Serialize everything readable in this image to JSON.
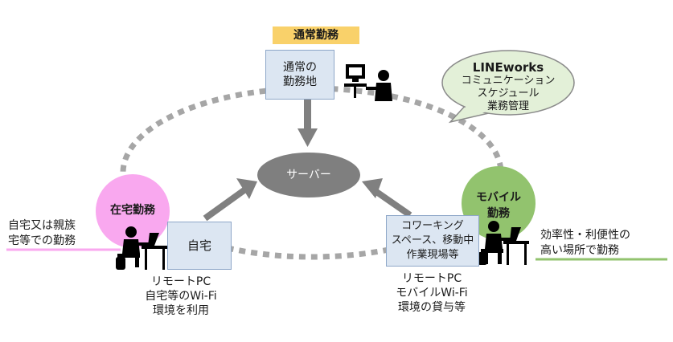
{
  "header_tag": "通常勤務",
  "office": {
    "label_line1": "通常の",
    "label_line2": "勤務地"
  },
  "server": {
    "label": "サーバー"
  },
  "bubble": {
    "title": "LINEworks",
    "line1": "コミュニケーション",
    "line2": "スケジュール",
    "line3": "業務管理"
  },
  "home_work": {
    "circle_label": "在宅勤務",
    "box_label": "自宅",
    "side_line1": "自宅又は親族",
    "side_line2": "宅等での勤務",
    "caption_line1": "リモートPC",
    "caption_line2": "自宅等のWi-Fi",
    "caption_line3": "環境を利用"
  },
  "mobile_work": {
    "circle_line1": "モバイル",
    "circle_line2": "勤務",
    "box_line1": "コワーキング",
    "box_line2": "スペース、移動中",
    "box_line3": "作業現場等",
    "side_line1": "効率性・利便性の",
    "side_line2": "高い場所で勤務",
    "caption_line1": "リモートPC",
    "caption_line2": "モバイルWi-Fi",
    "caption_line3": "環境の貸与等"
  },
  "colors": {
    "tag": "#f9d16a",
    "box_fill": "#dce6f2",
    "box_border": "#8ea7c8",
    "server": "#7f7f7f",
    "arrow": "#808080",
    "dashed_ring": "#a6a6a6",
    "home_circle": "#f9a8ef",
    "mobile_circle": "#92c36e",
    "bubble": "#e3f0d8"
  }
}
